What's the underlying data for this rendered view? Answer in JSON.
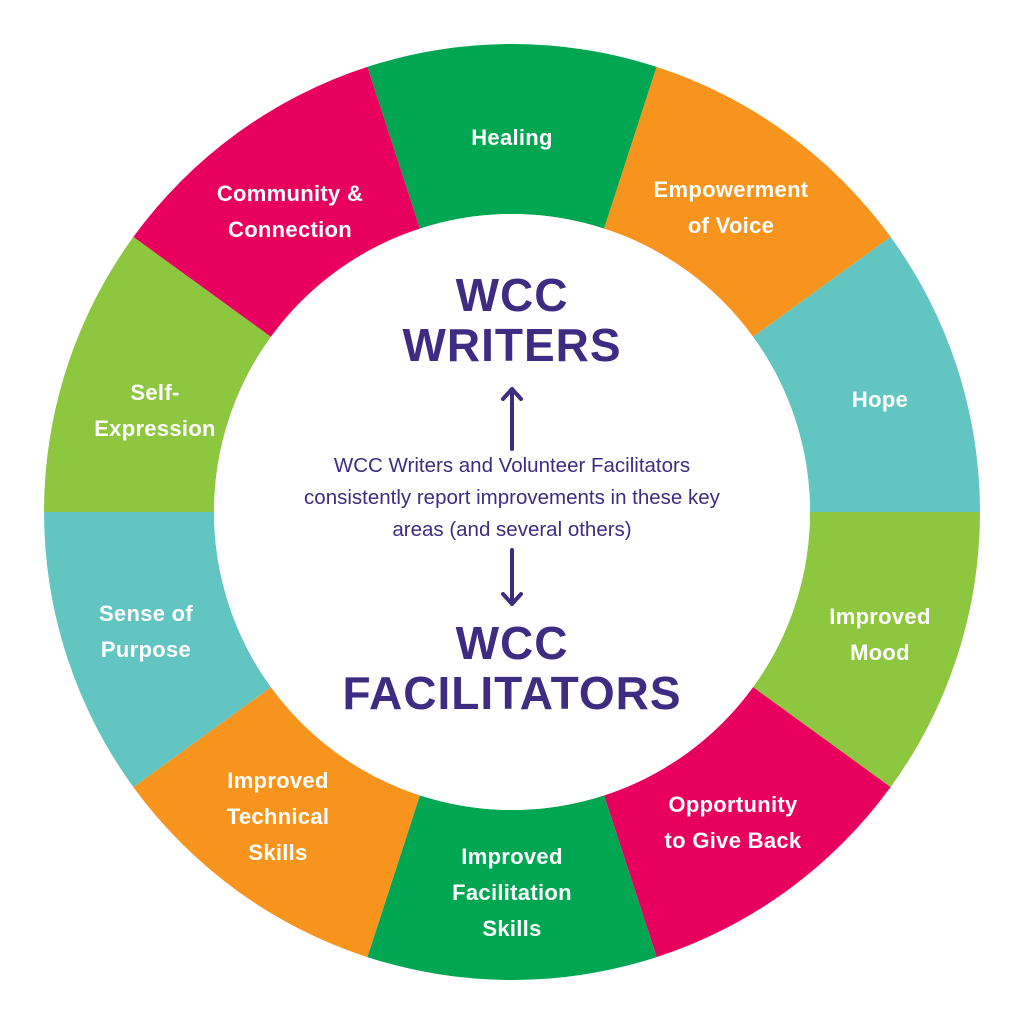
{
  "segments": [
    {
      "lines": [
        "Healing"
      ],
      "color": "#00a651"
    },
    {
      "lines": [
        "Empowerment",
        "of Voice"
      ],
      "color": "#f7941d"
    },
    {
      "lines": [
        "Hope"
      ],
      "color": "#62c5c1"
    },
    {
      "lines": [
        "Improved",
        "Mood"
      ],
      "color": "#8dc63f"
    },
    {
      "lines": [
        "Opportunity",
        "to Give Back"
      ],
      "color": "#e8005f"
    },
    {
      "lines": [
        "Improved",
        "Facilitation",
        "Skills"
      ],
      "color": "#00a651"
    },
    {
      "lines": [
        "Improved",
        "Technical",
        "Skills"
      ],
      "color": "#f7941d"
    },
    {
      "lines": [
        "Sense of",
        "Purpose"
      ],
      "color": "#62c5c1"
    },
    {
      "lines": [
        "Self-",
        "Expression"
      ],
      "color": "#8dc63f"
    },
    {
      "lines": [
        "Community &",
        "Connection"
      ],
      "color": "#e8005f"
    }
  ],
  "center": {
    "top_title": [
      "WCC",
      "WRITERS"
    ],
    "description": [
      "WCC Writers and Volunteer Facilitators",
      "consistently report improvements in these key",
      "areas (and several others)"
    ],
    "bottom_title": [
      "WCC",
      "FACILITATORS"
    ],
    "text_color": "#3d2c82"
  }
}
